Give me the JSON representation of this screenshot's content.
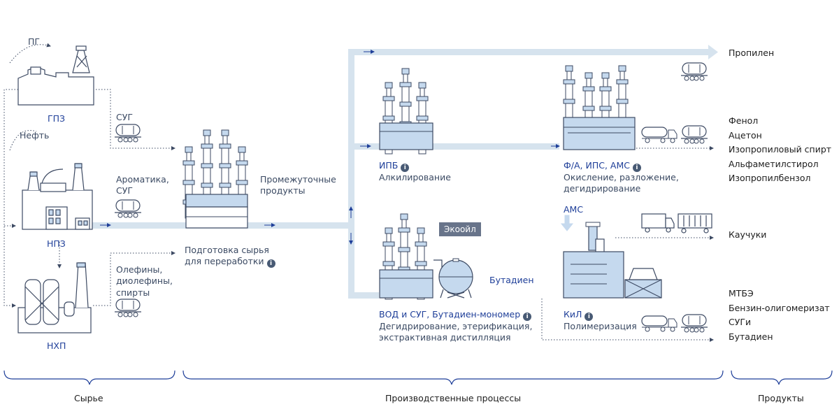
{
  "sources": {
    "gas_label": "ПГ",
    "oil_label": "Нефть",
    "gpz": "ГПЗ",
    "npz": "НПЗ",
    "nhp": "НХП"
  },
  "feeds": {
    "sug": "СУГ",
    "aromatics_l1": "Ароматика,",
    "aromatics_l2": "СУГ",
    "olefins_l1": "Олефины,",
    "olefins_l2": "диолефины,",
    "olefins_l3": "спирты"
  },
  "prep": {
    "title_l1": "Подготовка сырья",
    "title_l2": "для переработки"
  },
  "intermediate": {
    "l1": "Промежуточные",
    "l2": "продукты"
  },
  "plants": {
    "ipb_title": "ИПБ",
    "ipb_desc": "Алкилирование",
    "fa_title": "Ф/А, ИПС, АМС",
    "fa_desc_l1": "Окисление, разложение,",
    "fa_desc_l2": "дегидрирование",
    "vod_title": "ВОД и СУГ, Бутадиен-мономер",
    "vod_desc_l1": "Дегидрирование, этерификация,",
    "vod_desc_l2": "экстрактивная дистилляция",
    "ecooil": "Экоойл",
    "butadiene": "Бутадиен",
    "ams": "АМС",
    "kil_title": "КиЛ",
    "kil_desc": "Полимеризация"
  },
  "products": {
    "propylene": "Пропилен",
    "group1": [
      "Фенол",
      "Ацетон",
      "Изопропиловый спирт",
      "Альфаметилстирол",
      "Изопропилбензол"
    ],
    "rubbers": "Каучуки",
    "group2": [
      "МТБЭ",
      "Бензин-олигомеризат",
      "СУГи",
      "Бутадиен"
    ]
  },
  "footer": {
    "raw": "Сырье",
    "processes": "Производственные процессы",
    "products": "Продукты"
  },
  "colors": {
    "pipe": "#d6e3ee",
    "line": "#3d4a63",
    "fill": "#c5d9ee",
    "accent": "#1f3f99",
    "badge": "#68748a"
  },
  "icons": {
    "info": "info-icon",
    "tank": "tank-wagon-icon",
    "truck": "tanker-truck-icon"
  }
}
